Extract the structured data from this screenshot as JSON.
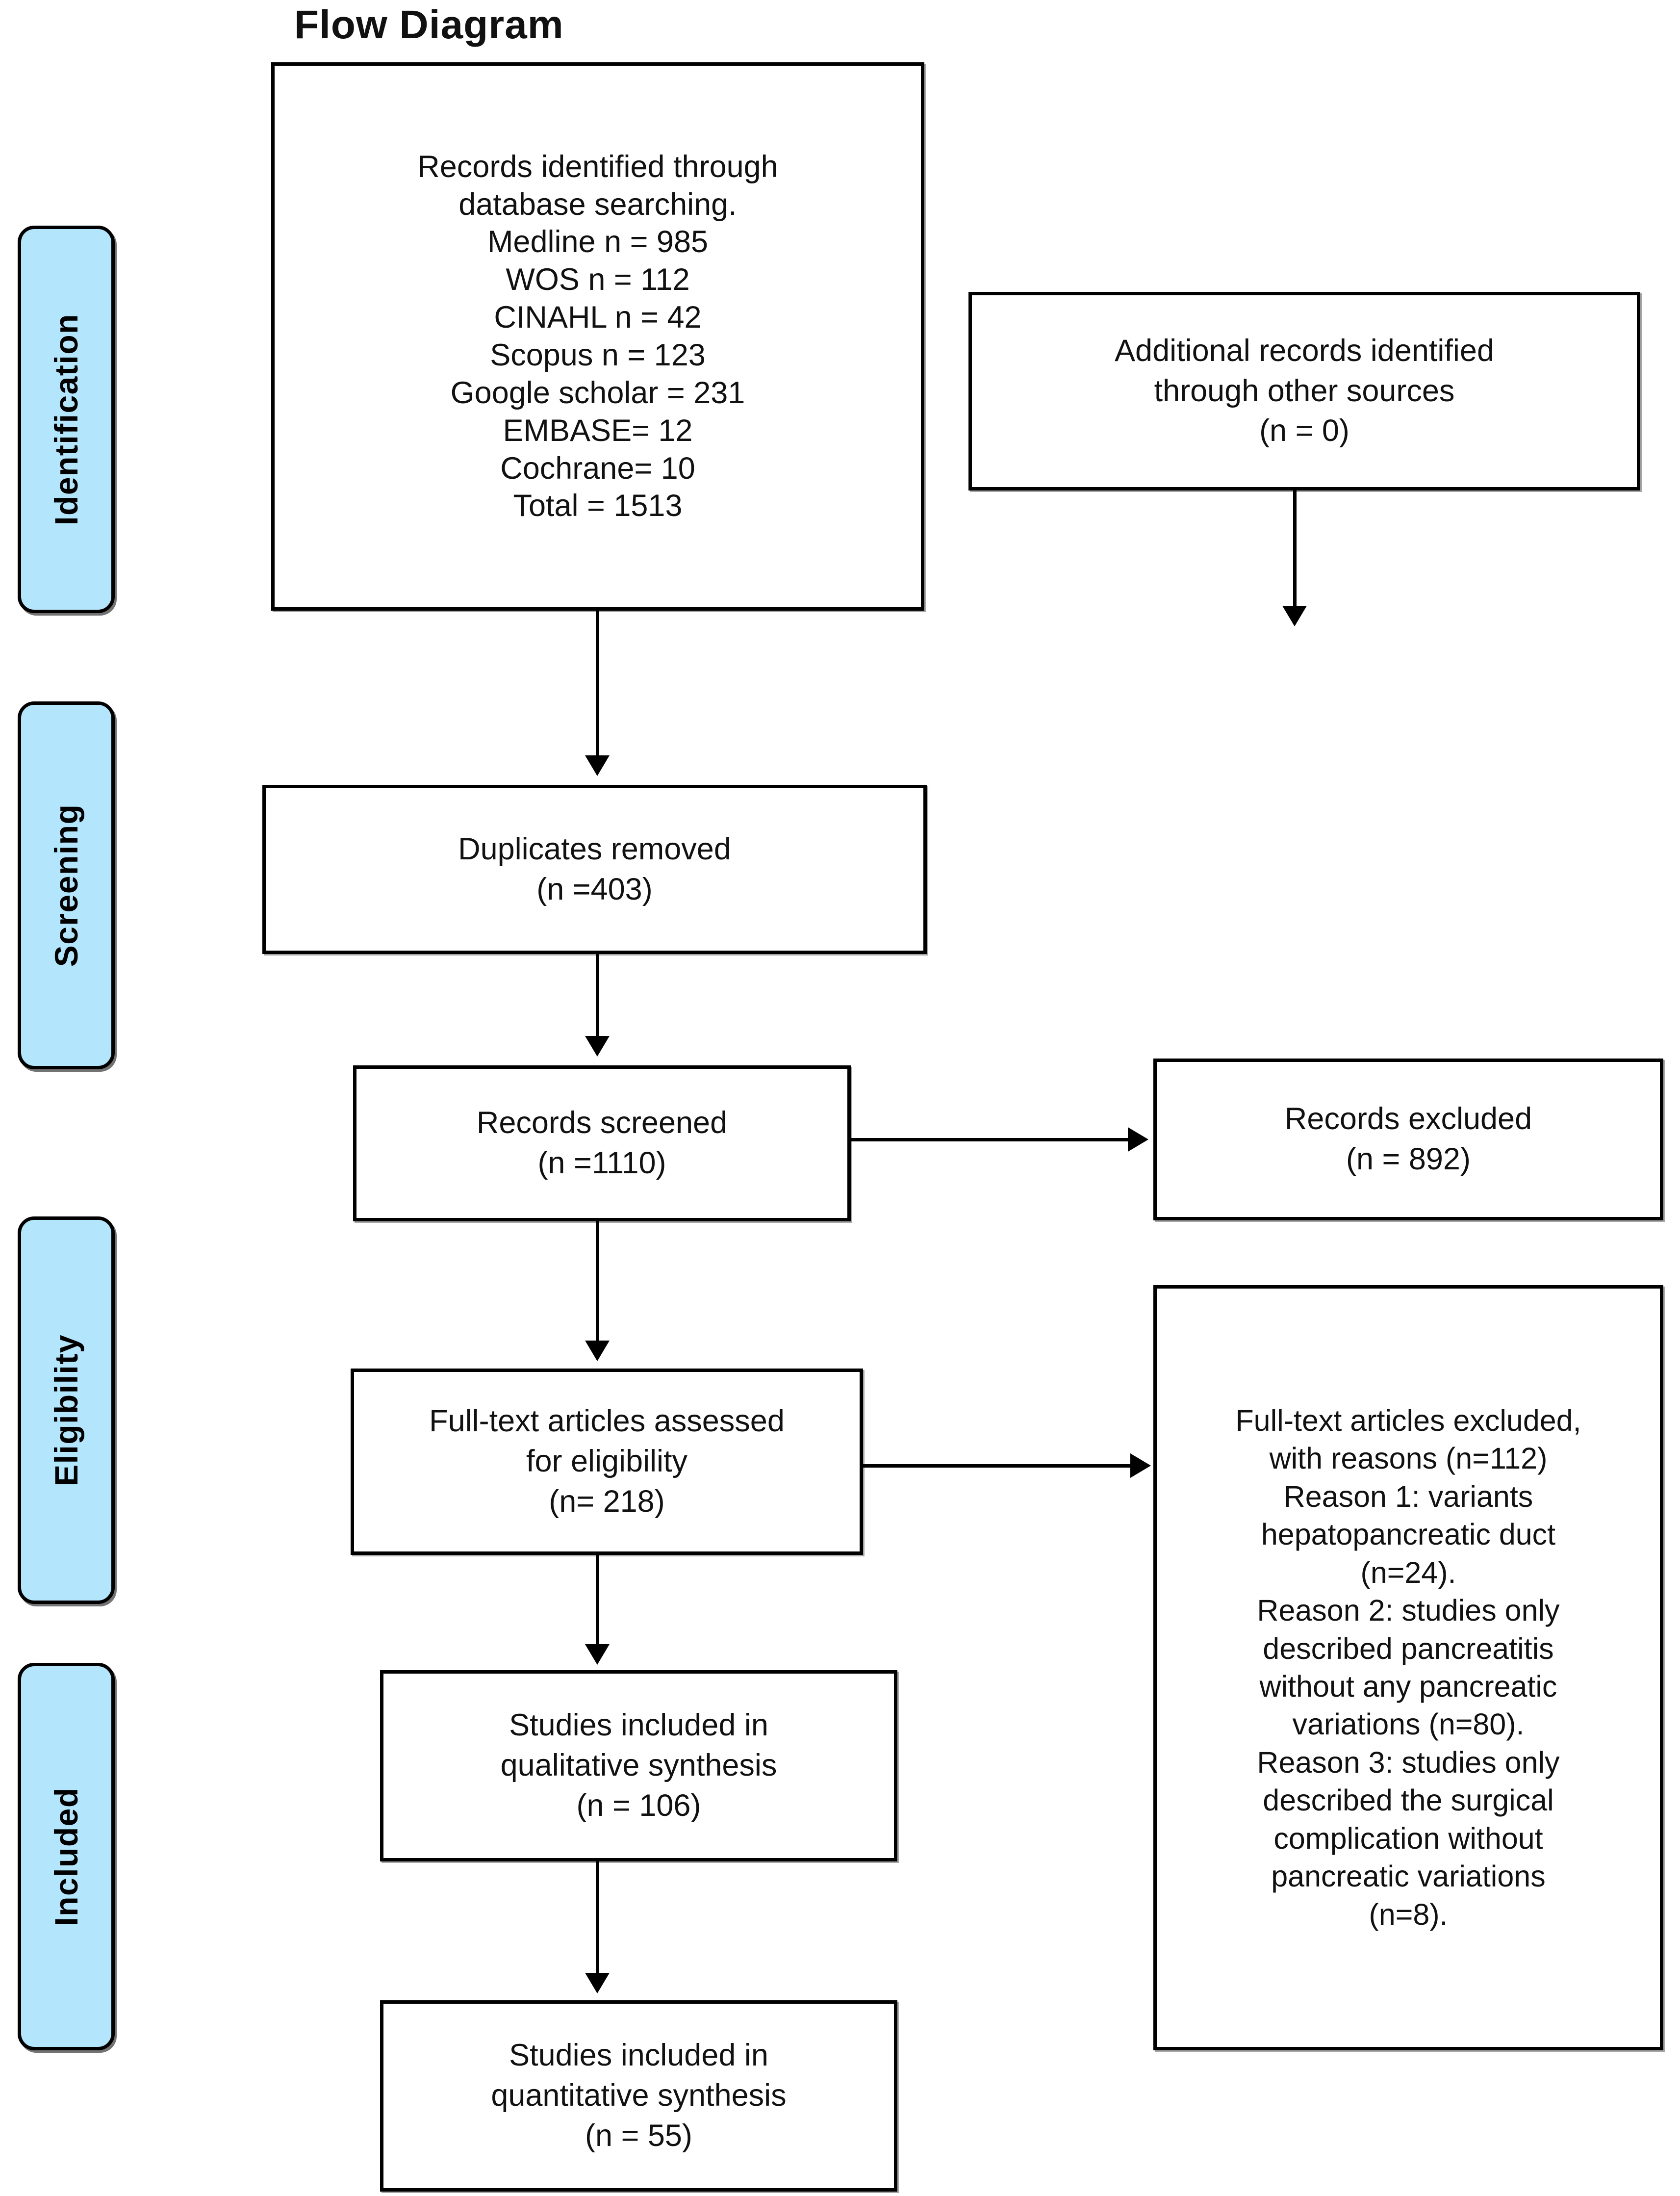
{
  "diagram": {
    "title": "Flow Diagram",
    "type": "prisma-flow-diagram",
    "accent_color": "#b3e5fc",
    "border_color": "#000000",
    "background_color": "#ffffff"
  },
  "stages": [
    {
      "id": "identification",
      "label": "Identification"
    },
    {
      "id": "screening",
      "label": "Screening"
    },
    {
      "id": "eligibility",
      "label": "Eligibility"
    },
    {
      "id": "included",
      "label": "Included"
    }
  ],
  "boxes": {
    "records_identified": {
      "name": "records-identified-box",
      "text": "Records identified through\ndatabase searching.\nMedline n = 985\nWOS n = 112\nCINAHL n = 42\nScopus n = 123\nGoogle scholar = 231\nEMBASE= 12\nCochrane= 10\nTotal = 1513",
      "sources": [
        {
          "label": "Medline",
          "value": "n = 985"
        },
        {
          "label": "WOS",
          "value": "n = 112"
        },
        {
          "label": "CINAHL",
          "value": "n = 42"
        },
        {
          "label": "Scopus",
          "value": "n = 123"
        },
        {
          "label": "Google scholar",
          "value": "= 231"
        },
        {
          "label": "EMBASE",
          "value": "= 12"
        },
        {
          "label": "Cochrane",
          "value": "= 10"
        },
        {
          "label": "Total",
          "value": "= 1513"
        }
      ]
    },
    "additional_records": {
      "name": "additional-records-box",
      "text": "Additional records identified\nthrough other sources\n(n = 0)"
    },
    "duplicates_removed": {
      "name": "duplicates-removed-box",
      "text": "Duplicates removed\n(n =403)"
    },
    "records_screened": {
      "name": "records-screened-box",
      "text": "Records screened\n(n =1110)"
    },
    "records_excluded": {
      "name": "records-excluded-box",
      "text": "Records excluded\n(n = 892)"
    },
    "fulltext_assessed": {
      "name": "fulltext-assessed-box",
      "text": "Full-text articles assessed\nfor eligibility\n(n= 218)"
    },
    "fulltext_excluded": {
      "name": "fulltext-excluded-box",
      "text": "Full-text articles excluded,\nwith reasons (n=112)\nReason 1: variants\nhepatopancreatic duct\n(n=24).\nReason 2: studies only\ndescribed pancreatitis\nwithout any pancreatic\nvariations (n=80).\nReason 3: studies only\ndescribed the surgical\ncomplication without\npancreatic variations\n(n=8).",
      "reasons": [
        {
          "id": "reason-1",
          "text": "Reason 1: variants hepatopancreatic duct",
          "n": "24"
        },
        {
          "id": "reason-2",
          "text": "Reason 2: studies only described pancreatitis without any pancreatic variations",
          "n": "80"
        },
        {
          "id": "reason-3",
          "text": "Reason 3: studies only described the surgical complication without pancreatic variations",
          "n": "8"
        }
      ]
    },
    "qualitative_synthesis": {
      "name": "qualitative-synthesis-box",
      "text": "Studies included in\nqualitative synthesis\n(n = 106)"
    },
    "quantitative_synthesis": {
      "name": "quantitative-synthesis-box",
      "text": "Studies included in\nquantitative synthesis\n(n = 55)"
    }
  },
  "chart_data": {
    "type": "diagram",
    "title": "Flow Diagram",
    "nodes": [
      {
        "id": "records_identified",
        "label": "Records identified through database searching",
        "n": 1513
      },
      {
        "id": "additional_records",
        "label": "Additional records identified through other sources",
        "n": 0
      },
      {
        "id": "duplicates_removed",
        "label": "Duplicates removed",
        "n": 403
      },
      {
        "id": "records_screened",
        "label": "Records screened",
        "n": 1110
      },
      {
        "id": "records_excluded",
        "label": "Records excluded",
        "n": 892
      },
      {
        "id": "fulltext_assessed",
        "label": "Full-text articles assessed for eligibility",
        "n": 218
      },
      {
        "id": "fulltext_excluded",
        "label": "Full-text articles excluded, with reasons",
        "n": 112
      },
      {
        "id": "qualitative_synthesis",
        "label": "Studies included in qualitative synthesis",
        "n": 106
      },
      {
        "id": "quantitative_synthesis",
        "label": "Studies included in quantitative synthesis",
        "n": 55
      }
    ],
    "edges": [
      {
        "from": "records_identified",
        "to": "duplicates_removed"
      },
      {
        "from": "additional_records",
        "to": "duplicates_removed"
      },
      {
        "from": "duplicates_removed",
        "to": "records_screened"
      },
      {
        "from": "records_screened",
        "to": "records_excluded"
      },
      {
        "from": "records_screened",
        "to": "fulltext_assessed"
      },
      {
        "from": "fulltext_assessed",
        "to": "fulltext_excluded"
      },
      {
        "from": "fulltext_assessed",
        "to": "qualitative_synthesis"
      },
      {
        "from": "qualitative_synthesis",
        "to": "quantitative_synthesis"
      }
    ],
    "database_counts": {
      "Medline": 985,
      "WOS": 112,
      "CINAHL": 42,
      "Scopus": 123,
      "Google scholar": 231,
      "EMBASE": 12,
      "Cochrane": 10,
      "Total": 1513
    },
    "exclusion_reasons": {
      "Reason 1": 24,
      "Reason 2": 80,
      "Reason 3": 8
    }
  }
}
